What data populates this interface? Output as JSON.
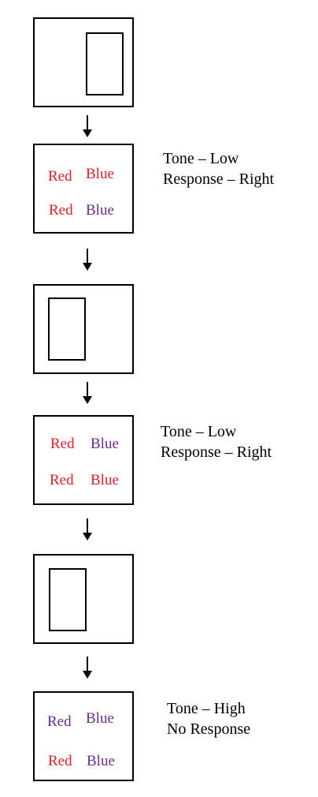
{
  "colors": {
    "red": "#ee1c25",
    "purple": "#6a2c91",
    "stroke": "#000000"
  },
  "frames": [
    {
      "type": "fixation-rectangle"
    },
    {
      "type": "stroop",
      "words": [
        {
          "text": "Red",
          "color": "red"
        },
        {
          "text": "Blue",
          "color": "red"
        },
        {
          "text": "Red",
          "color": "red"
        },
        {
          "text": "Blue",
          "color": "purple"
        }
      ],
      "label": {
        "tone": "Tone – Low",
        "response": "Response – Right"
      }
    },
    {
      "type": "fixation-rectangle"
    },
    {
      "type": "stroop",
      "words": [
        {
          "text": "Red",
          "color": "red"
        },
        {
          "text": "Blue",
          "color": "purple"
        },
        {
          "text": "Red",
          "color": "red"
        },
        {
          "text": "Blue",
          "color": "red"
        }
      ],
      "label": {
        "tone": "Tone – Low",
        "response": "Response – Right"
      }
    },
    {
      "type": "fixation-rectangle"
    },
    {
      "type": "stroop",
      "words": [
        {
          "text": "Red",
          "color": "purple"
        },
        {
          "text": "Blue",
          "color": "purple"
        },
        {
          "text": "Red",
          "color": "red"
        },
        {
          "text": "Blue",
          "color": "purple"
        }
      ],
      "label": {
        "tone": "Tone – High",
        "response": "No Response"
      }
    }
  ]
}
